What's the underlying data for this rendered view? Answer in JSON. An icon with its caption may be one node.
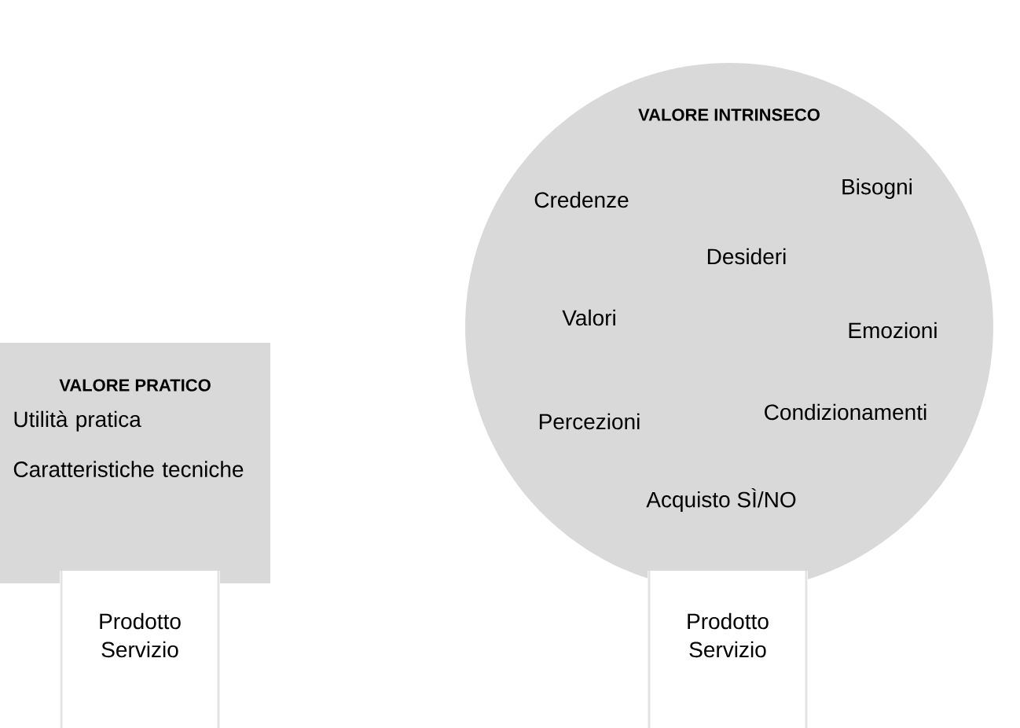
{
  "diagram": {
    "nodes": [
      {
        "text": [
          "VALORE PRATICO",
          "Utilità pratica",
          "Caratteristiche tecniche"
        ]
      },
      {
        "text": [
          "Prodotto Servizio"
        ]
      },
      {
        "text": [
          "VALORE INTRINSECO",
          "Credenze",
          "Bisogni",
          "Desideri",
          "Valori",
          "Emozioni",
          "Percezioni",
          "Condizionamenti",
          "Acquisto SÌ/NO"
        ]
      },
      {
        "text": [
          "Prodotto Servizio"
        ]
      }
    ]
  }
}
